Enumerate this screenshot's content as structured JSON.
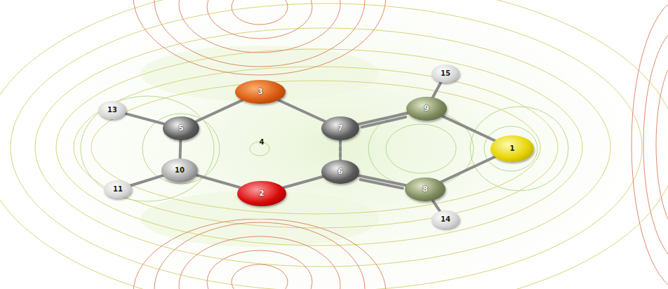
{
  "diagram": {
    "nodes": [
      {
        "text": [
          "1"
        ]
      },
      {
        "text": [
          "2"
        ]
      },
      {
        "text": [
          "3"
        ]
      },
      {
        "text": [
          "4"
        ]
      },
      {
        "text": [
          "5"
        ]
      },
      {
        "text": [
          "6"
        ]
      },
      {
        "text": [
          "7"
        ]
      },
      {
        "text": [
          "8"
        ]
      },
      {
        "text": [
          "9"
        ]
      },
      {
        "text": [
          "10"
        ]
      },
      {
        "text": [
          "11"
        ]
      },
      {
        "text": [
          "13"
        ]
      },
      {
        "text": [
          "14"
        ]
      },
      {
        "text": [
          "15"
        ]
      }
    ],
    "edges": [
      {
        "from": 11,
        "to": 4,
        "arrow": "none"
      },
      {
        "from": 4,
        "to": 2,
        "arrow": "none"
      },
      {
        "from": 4,
        "to": 9,
        "arrow": "none"
      },
      {
        "from": 9,
        "to": 10,
        "arrow": "none"
      },
      {
        "from": 9,
        "to": 1,
        "arrow": "none"
      },
      {
        "from": 2,
        "to": 6,
        "arrow": "none"
      },
      {
        "from": 1,
        "to": 5,
        "arrow": "none"
      },
      {
        "from": 6,
        "to": 5,
        "arrow": "none"
      },
      {
        "from": 6,
        "to": 8,
        "arrow": "none"
      },
      {
        "from": 8,
        "to": 13,
        "arrow": "none"
      },
      {
        "from": 8,
        "to": 0,
        "arrow": "none"
      },
      {
        "from": 0,
        "to": 7,
        "arrow": "none"
      },
      {
        "from": 5,
        "to": 7,
        "arrow": "none"
      },
      {
        "from": 7,
        "to": 12,
        "arrow": "none"
      }
    ]
  }
}
